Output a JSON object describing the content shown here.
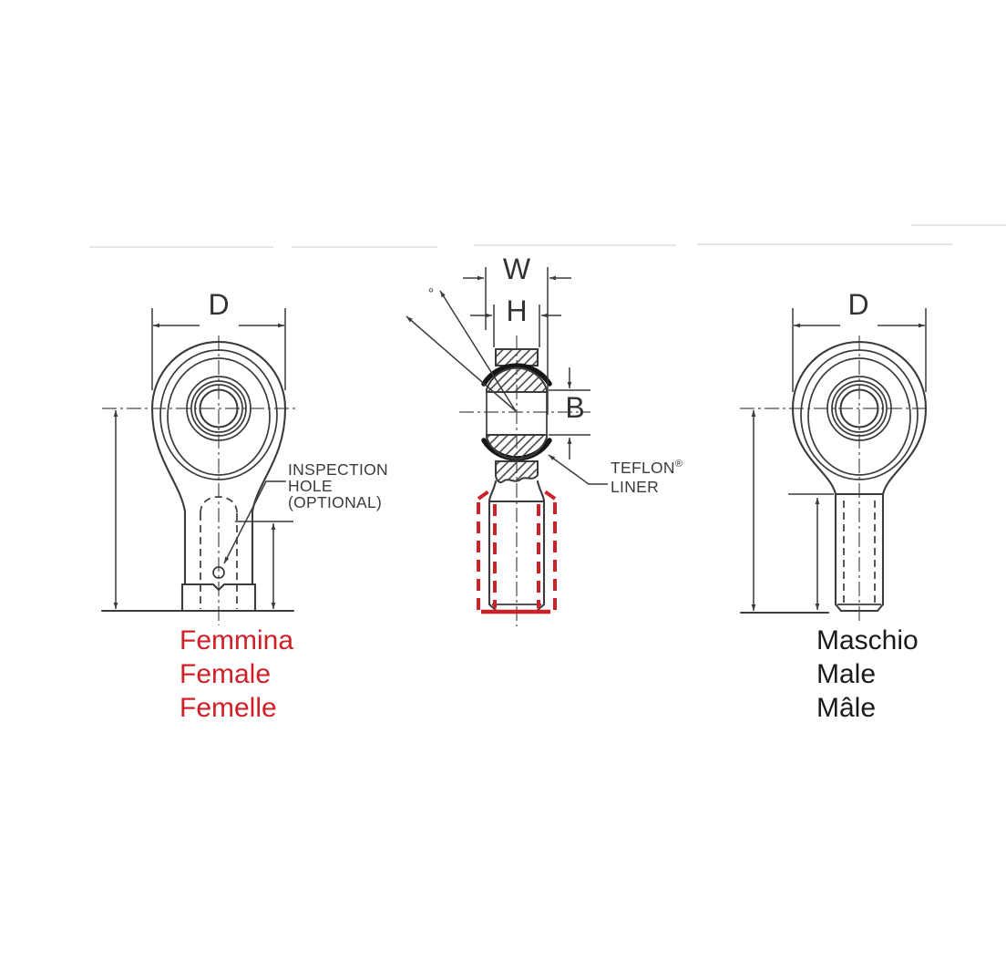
{
  "labels": {
    "female_diameter": "D",
    "male_diameter": "D",
    "ball_width": "W",
    "housing_width": "H",
    "ball_height": "B",
    "misalignment_degree": "°"
  },
  "callouts": {
    "inspection": [
      "INSPECTION",
      "HOLE",
      "(OPTIONAL)"
    ],
    "liner": {
      "name": "TEFLON",
      "registered": "®",
      "word": "LINER"
    }
  },
  "captions": {
    "female": [
      "Femmina",
      "Female",
      "Femelle"
    ],
    "male": [
      "Maschio",
      "Male",
      "Mâle"
    ]
  },
  "colors": {
    "line": "#3b3b3b",
    "highlight": "#cb2127",
    "female_caption": "#d01f26",
    "male_caption": "#1a1a1a"
  }
}
